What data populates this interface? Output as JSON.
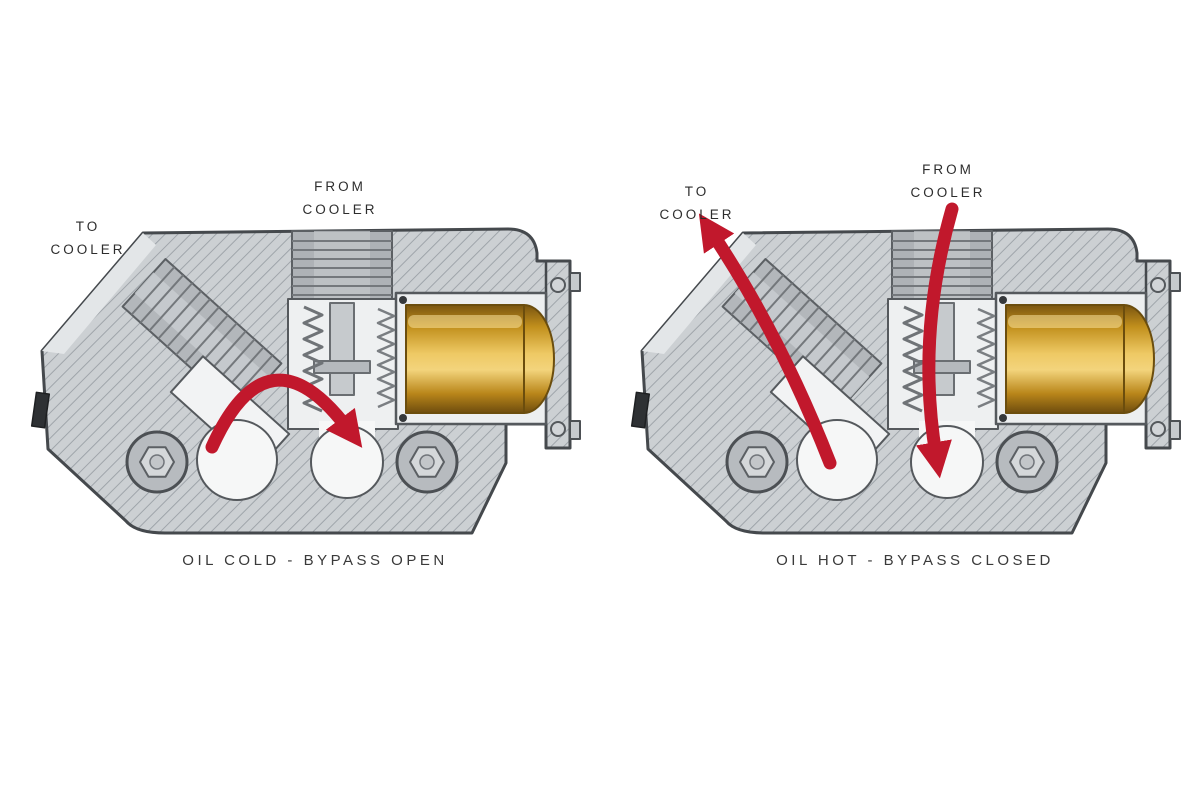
{
  "colors": {
    "arrow": "#c1182c",
    "body": "#ccd0d3",
    "hatch_line": "#9aa0a6",
    "outline": "#45494d",
    "brass": "#c9941f"
  },
  "panels": [
    {
      "state": "cold",
      "caption": "OIL COLD - BYPASS OPEN",
      "to_cooler": [
        "TO",
        "COOLER"
      ],
      "from_cooler": [
        "FROM",
        "COOLER"
      ]
    },
    {
      "state": "hot",
      "caption": "OIL HOT - BYPASS CLOSED",
      "to_cooler": [
        "TO",
        "COOLER"
      ],
      "from_cooler": [
        "FROM",
        "COOLER"
      ]
    }
  ]
}
